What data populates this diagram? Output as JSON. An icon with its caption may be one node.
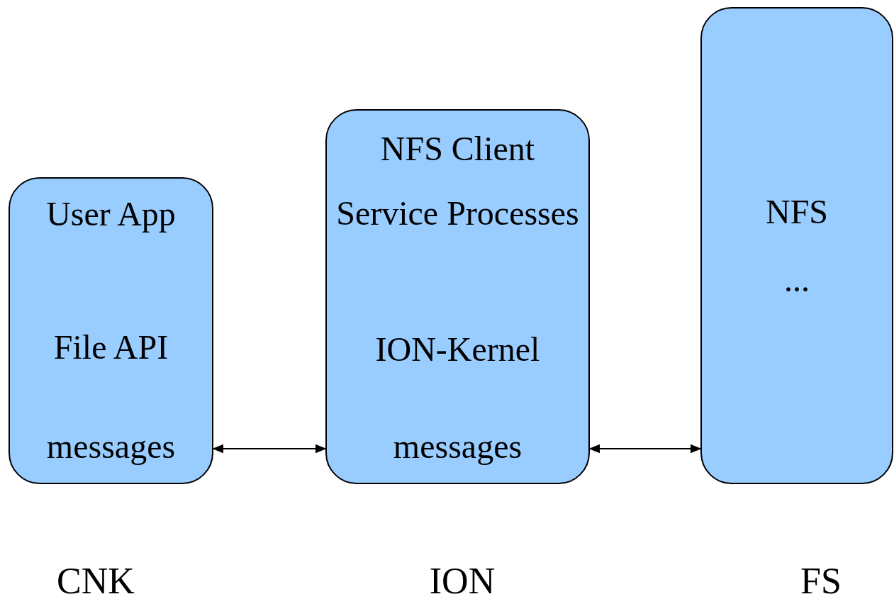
{
  "diagram": {
    "nodes": [
      {
        "text": [
          "User App",
          "File API",
          "messages"
        ],
        "beside": [
          "CNK"
        ]
      },
      {
        "text": [
          "NFS Client",
          "Service Processes",
          "ION-Kernel",
          "messages"
        ],
        "beside": [
          "ION"
        ]
      },
      {
        "text": [
          "NFS",
          "..."
        ],
        "beside": [
          "FS"
        ]
      }
    ],
    "edges": [
      {
        "from": 0,
        "to": 1,
        "arrow": "both"
      },
      {
        "from": 1,
        "to": 2,
        "arrow": "both"
      }
    ]
  }
}
